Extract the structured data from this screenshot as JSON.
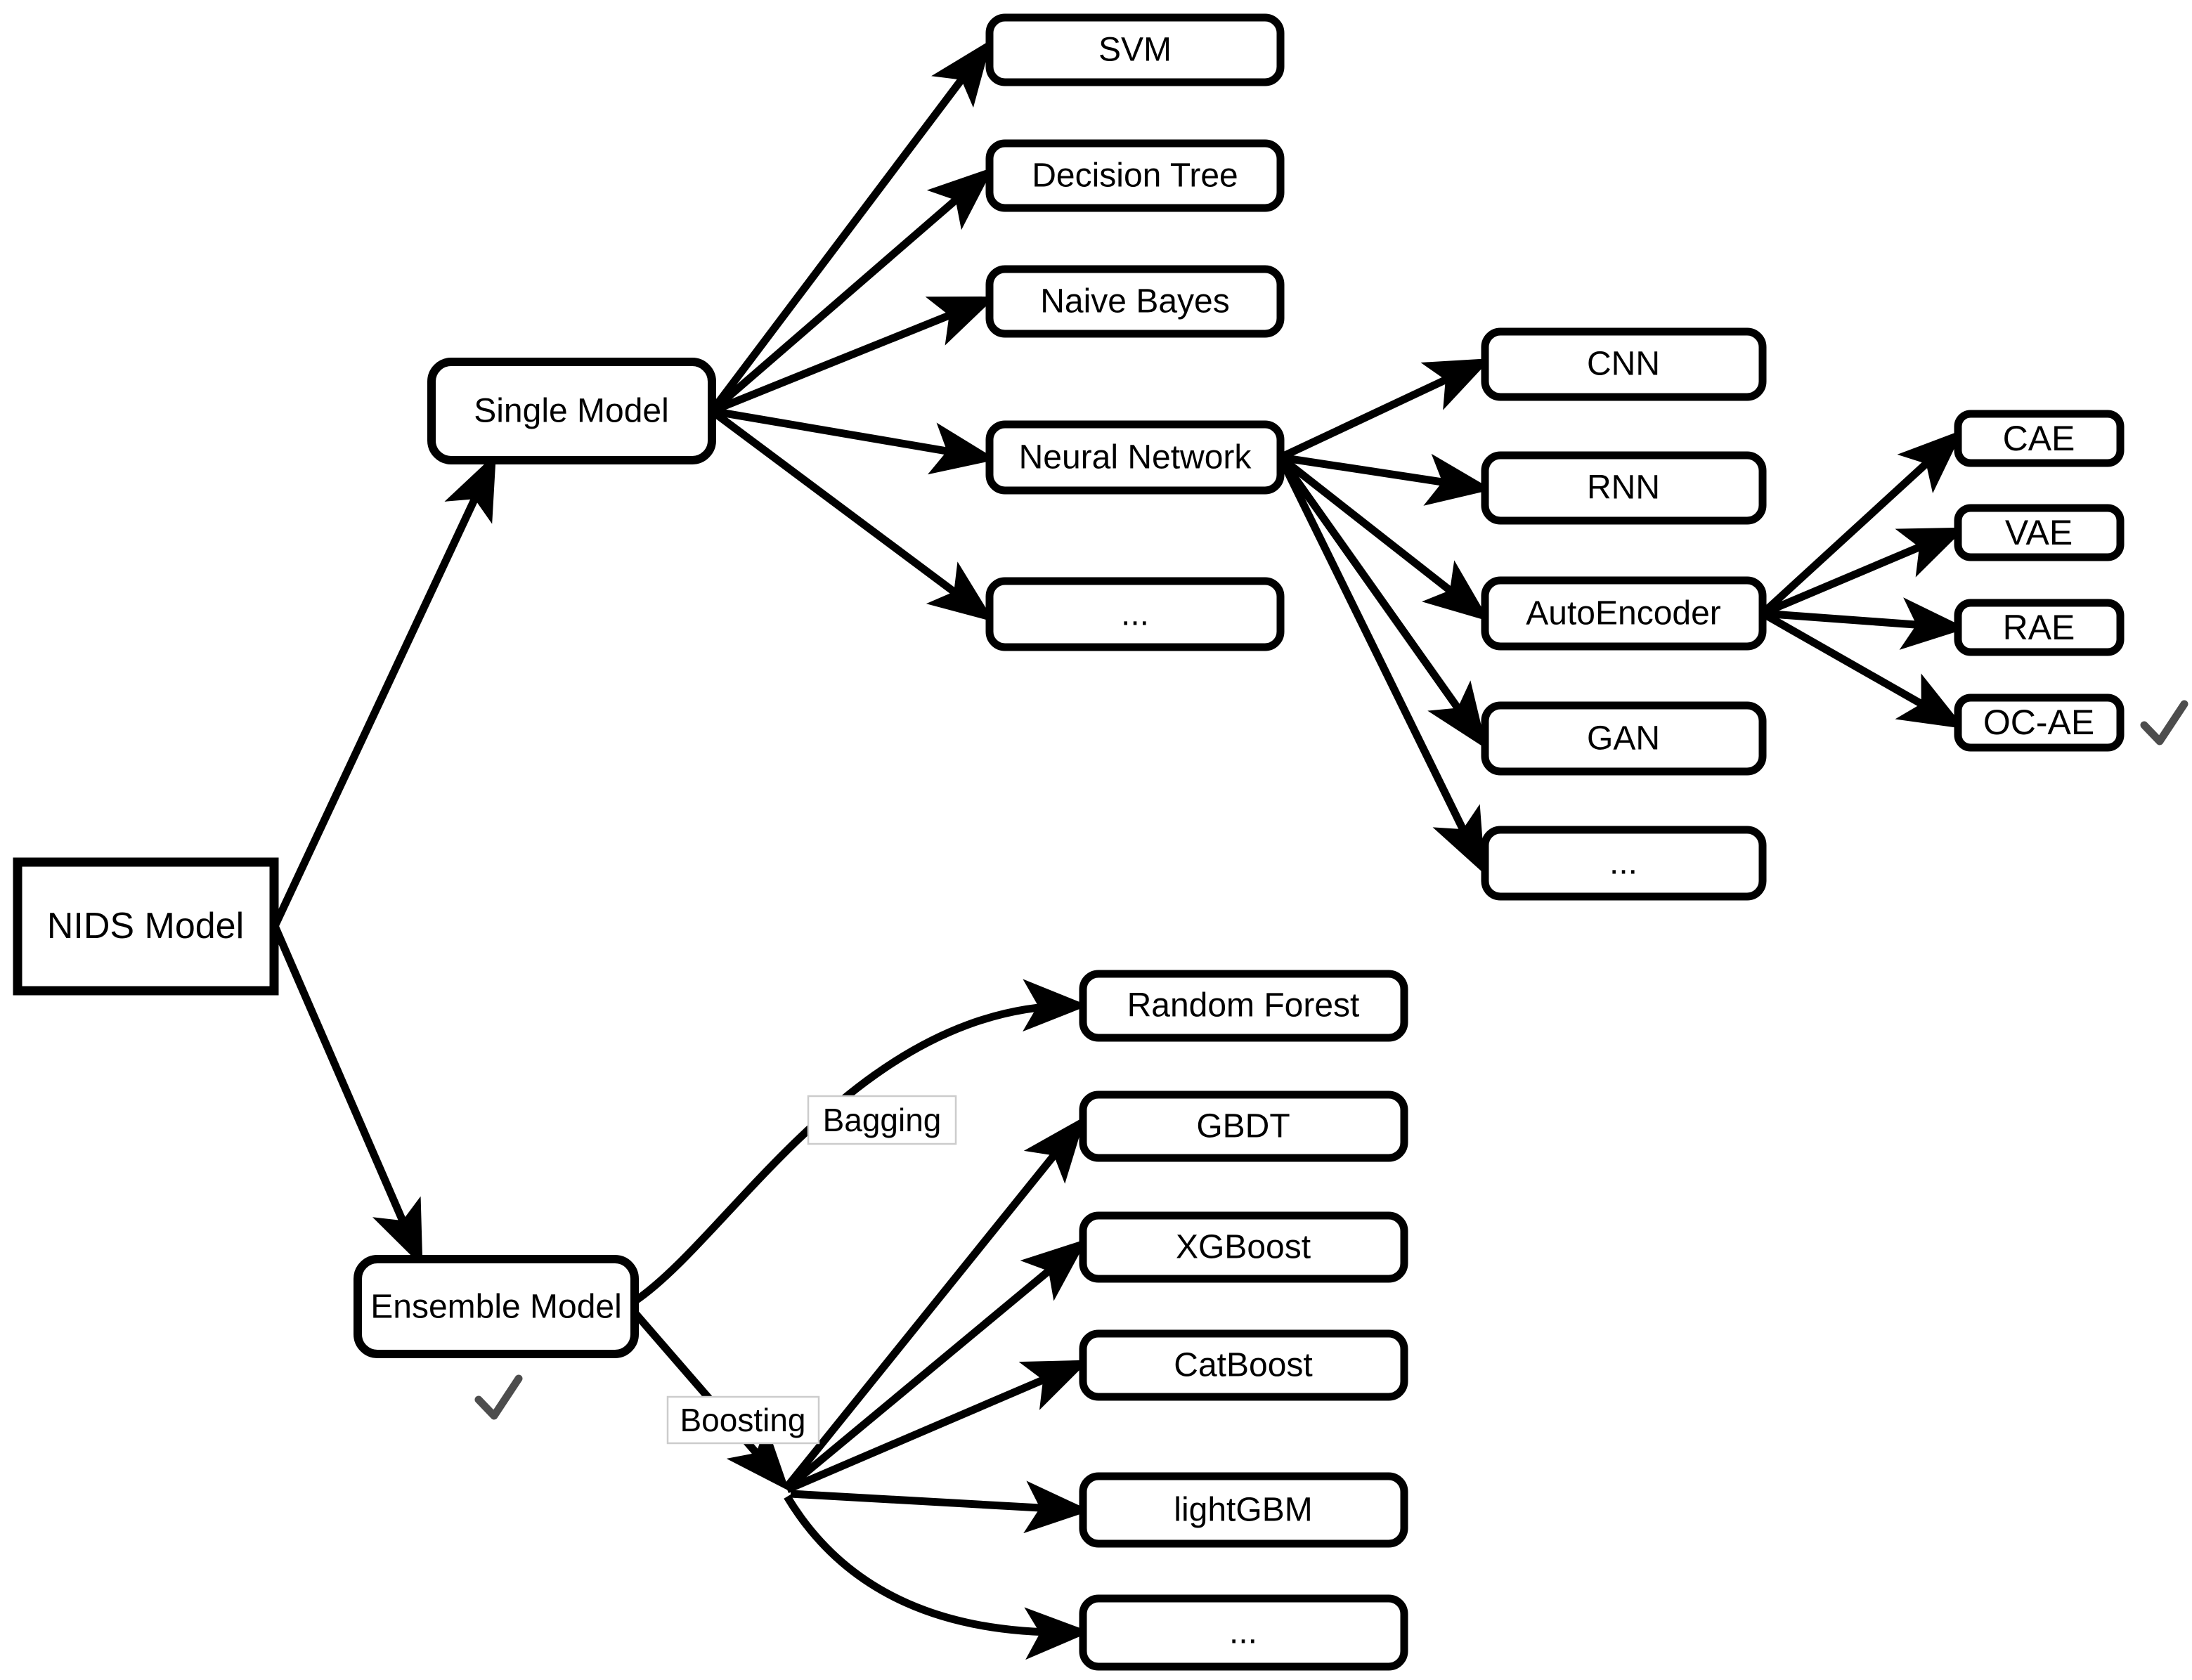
{
  "nodes": {
    "nids": "NIDS Model",
    "single": "Single Model",
    "ensemble": "Ensemble Model",
    "svm": "SVM",
    "decision_tree": "Decision Tree",
    "naive_bayes": "Naive Bayes",
    "neural_network": "Neural Network",
    "single_others": "...",
    "cnn": "CNN",
    "rnn": "RNN",
    "autoencoder": "AutoEncoder",
    "gan": "GAN",
    "nn_others": "...",
    "cae": "CAE",
    "vae": "VAE",
    "rae": "RAE",
    "oc_ae": "OC-AE",
    "random_forest": "Random Forest",
    "gbdt": "GBDT",
    "xgboost": "XGBoost",
    "catboost": "CatBoost",
    "lightgbm": "lightGBM",
    "ensemble_others": "..."
  },
  "edge_labels": {
    "bagging": "Bagging",
    "boosting": "Boosting"
  },
  "colors": {
    "background": "#ffffff",
    "node_fill": "#ffffff",
    "node_border": "#000000",
    "edge": "#000000",
    "check": "#4d4d4d",
    "label_border": "#cccccc"
  }
}
